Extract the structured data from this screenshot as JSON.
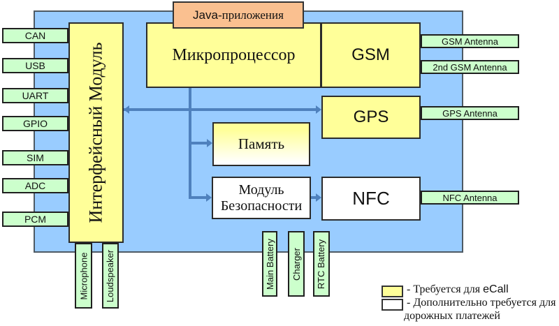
{
  "blocks": {
    "java_app": {
      "name_part": "Java",
      "suffix_part": " -приложения"
    },
    "interface_module": "Интерфейсный Модуль",
    "processor": "Микропроцессор",
    "gsm": "GSM",
    "gps": "GPS",
    "memory": "Память",
    "security_module": "Модуль Безопасности",
    "nfc": "NFC"
  },
  "left_ports": [
    "CAN",
    "USB",
    "UART",
    "GPIO",
    "SIM",
    "ADC",
    "PCM"
  ],
  "antennas": [
    "GSM Antenna",
    "2nd GSM Antenna",
    "GPS Antenna",
    "NFC Antenna"
  ],
  "bottom_ports": [
    "Microphone",
    "Loudspeaker",
    "Main Battery",
    "Charger",
    "RTC Battery"
  ],
  "legend": {
    "ecall_prefix": "- Требуется для ",
    "ecall_term": "eCall",
    "additional_line1": "- Дополнительно требуется для",
    "additional_line2": "дорожных платежей"
  },
  "colors": {
    "board_blue": "#99CCFF",
    "ecall_yellow": "#FFFF99",
    "port_green": "#CCFFCC",
    "java_orange": "#FAC090",
    "payments_white": "#FFFFFF",
    "connector_blue": "#4F81BD"
  }
}
